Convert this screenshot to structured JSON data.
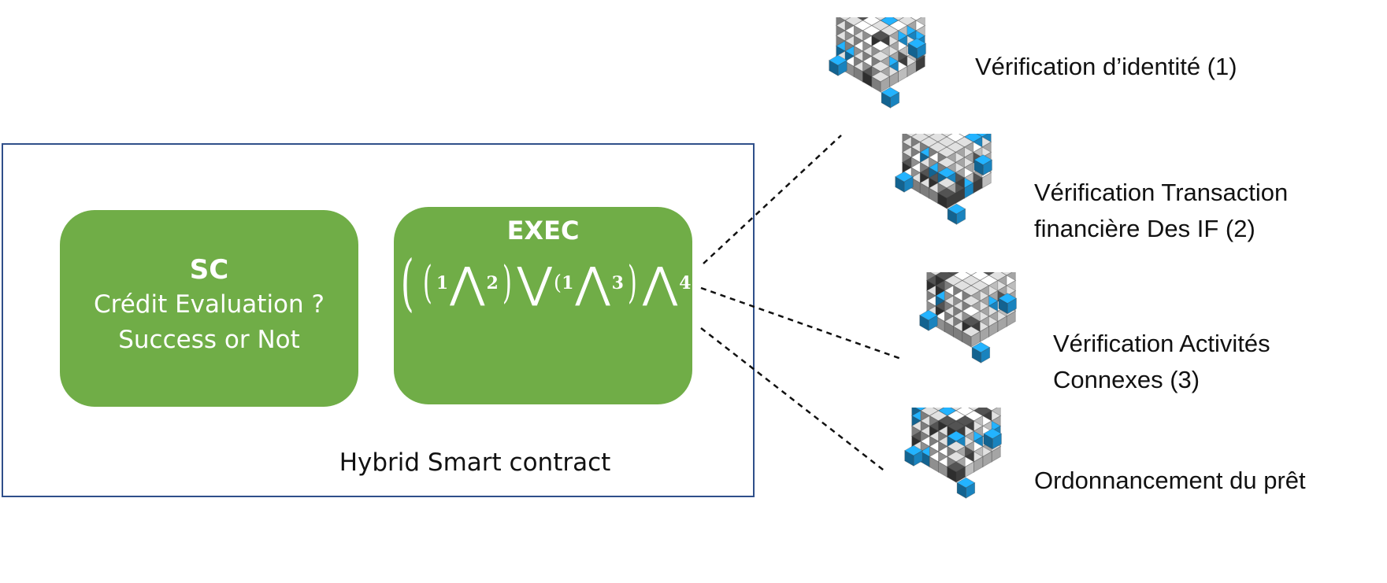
{
  "diagram": {
    "contract_caption": "Hybrid Smart contract",
    "sc_box": {
      "title": "SC",
      "line1": "Crédit Evaluation ?",
      "line2": "Success or Not"
    },
    "exec_box": {
      "title": "EXEC",
      "formula": {
        "n1": "1",
        "n2": "2",
        "n3": "1",
        "n4": "3",
        "n5": "4",
        "and": "⋀",
        "or": "⋁"
      }
    },
    "nodes": [
      {
        "lines": [
          "Vérification d’identité (1)"
        ]
      },
      {
        "lines": [
          "Vérification Transaction",
          "financière Des IF (2)"
        ]
      },
      {
        "lines": [
          "Vérification Activités",
          "Connexes (3)"
        ]
      },
      {
        "lines": [
          "Ordonnancement du prêt"
        ]
      }
    ],
    "colors": {
      "green": "#70ad47",
      "frame": "#2f4f8a",
      "cube_blue": "#1fa0e8",
      "cube_gray": "#bdbdbd"
    }
  }
}
